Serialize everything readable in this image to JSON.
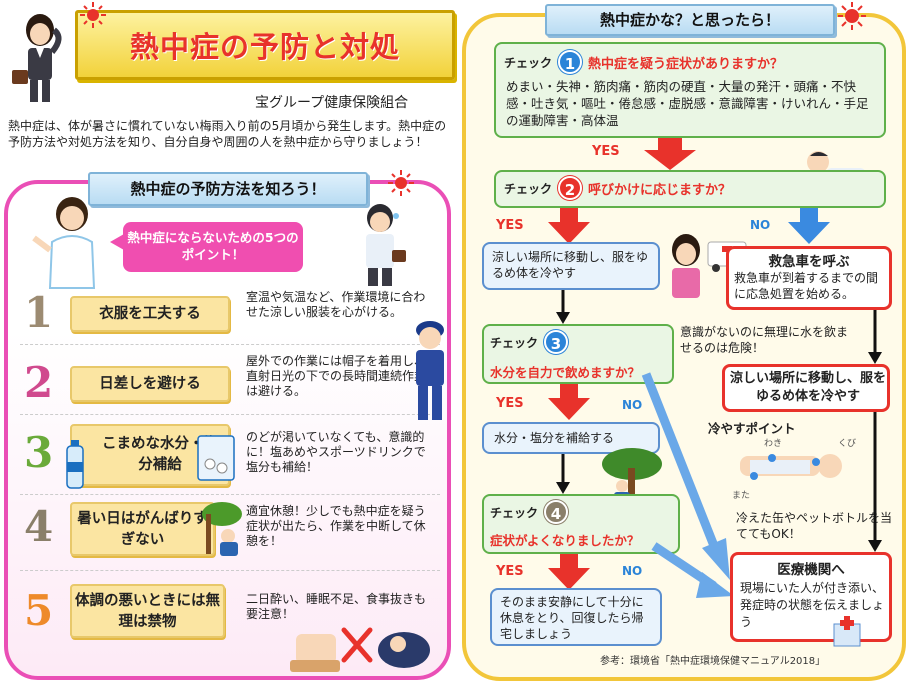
{
  "header": {
    "title": "熱中症の予防と対処",
    "org": "宝グループ健康保険組合",
    "intro": "熱中症は、体が暑さに慣れていない梅雨入り前の5月頃から発生します。熱中症の予防方法や対処方法を知り、自分自身や周囲の人を熱中症から守りましょう！"
  },
  "prevention": {
    "heading": "熱中症の予防方法を知ろう！",
    "bubble": "熱中症にならないための5つのポイント！",
    "tips": [
      {
        "num": "1",
        "label": "衣服を工夫する",
        "desc": "室温や気温など、作業環境に合わせた涼しい服装を心がける。",
        "color": "#9c8b72"
      },
      {
        "num": "2",
        "label": "日差しを避ける",
        "desc": "屋外での作業には帽子を着用し、直射日光の下での長時間連続作業は避ける。",
        "color": "#d04a8e"
      },
      {
        "num": "3",
        "label": "こまめな水分・塩分補給",
        "desc": "のどが渇いていなくても、意識的に！塩あめやスポーツドリンクで塩分も補給！",
        "color": "#6aaa3a"
      },
      {
        "num": "4",
        "label": "暑い日はがんばりすぎない",
        "desc": "適宜休憩！少しでも熱中症を疑う症状が出たら、作業を中断して休憩を！",
        "color": "#8a7f6a"
      },
      {
        "num": "5",
        "label": "体調の悪いときには無理は禁物",
        "desc": "二日酔い、睡眠不足、食事抜きも要注意！",
        "color": "#ee8a2a"
      }
    ]
  },
  "response": {
    "heading": "熱中症かな？と思ったら！",
    "check_label": "チェック",
    "yes": "YES",
    "no": "NO",
    "check1": {
      "num": "1",
      "question": "熱中症を疑う症状がありますか？",
      "symptoms": "めまい・失神・筋肉痛・筋肉の硬直・大量の発汗・頭痛・不快感・吐き気・嘔吐・倦怠感・虚脱感・意識障害・けいれん・手足の運動障害・高体温"
    },
    "check2": {
      "num": "2",
      "question": "呼びかけに応じますか？"
    },
    "step_cool": "涼しい場所に移動し、服をゆるめ体を冷やす",
    "ambulance": {
      "title": "救急車を呼ぶ",
      "text": "救急車が到着するまでの間に応急処置を始める。"
    },
    "warning": "意識がないのに無理に水を飲ませるのは危険！",
    "check3": {
      "num": "3",
      "question": "水分を自力で飲めますか？"
    },
    "step_cool2": "涼しい場所に移動し、服をゆるめ体を冷やす",
    "step_water": "水分・塩分を補給する",
    "cool_points": {
      "title": "冷やすポイント",
      "labels": [
        "わき",
        "くび",
        "また"
      ],
      "note": "冷えた缶やペットボトルを当ててもOK！"
    },
    "check4": {
      "num": "4",
      "question": "症状がよくなりましたか？"
    },
    "hospital": {
      "title": "医療機関へ",
      "text": "現場にいた人が付き添い、発症時の状態を伝えましょう"
    },
    "rest": "そのまま安静にして十分に休息をとり、回復したら帰宅しましょう",
    "source": "参考：環境省「熱中症環境保健マニュアル2018」"
  }
}
